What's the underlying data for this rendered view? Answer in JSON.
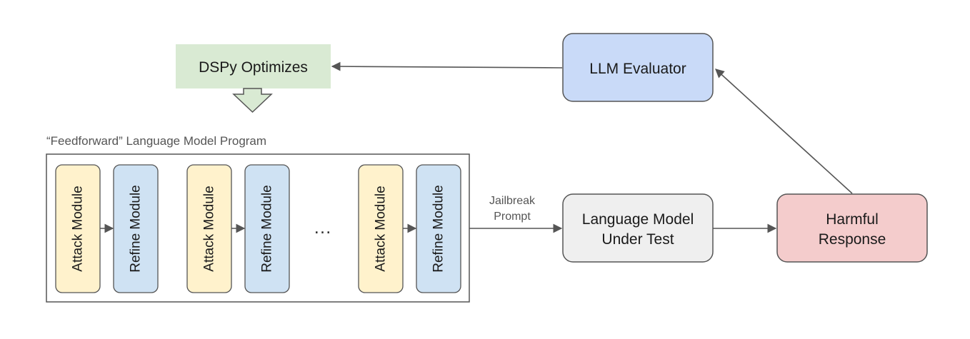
{
  "caption": "“Feedforward” Language Model Program",
  "nodes": {
    "optimizer": {
      "label": "DSPy Optimizes",
      "fill": "#d9ead3",
      "stroke": "#555555"
    },
    "evaluator": {
      "label": "LLM Evaluator",
      "fill": "#c9daf8",
      "stroke": "#555555"
    },
    "lm_under_test": {
      "lines": [
        "Language Model",
        "Under Test"
      ],
      "fill": "#efefef",
      "stroke": "#555555"
    },
    "harmful_response": {
      "lines": [
        "Harmful",
        "Response"
      ],
      "fill": "#f4cccc",
      "stroke": "#555555"
    }
  },
  "program": {
    "attack_label": "Attack Module",
    "refine_label": "Refine Module",
    "attack_fill": "#fff2cc",
    "refine_fill": "#cfe2f3",
    "ellipsis": "…"
  },
  "edges": {
    "jailbreak_label": [
      "Jailbreak",
      "Prompt"
    ]
  }
}
